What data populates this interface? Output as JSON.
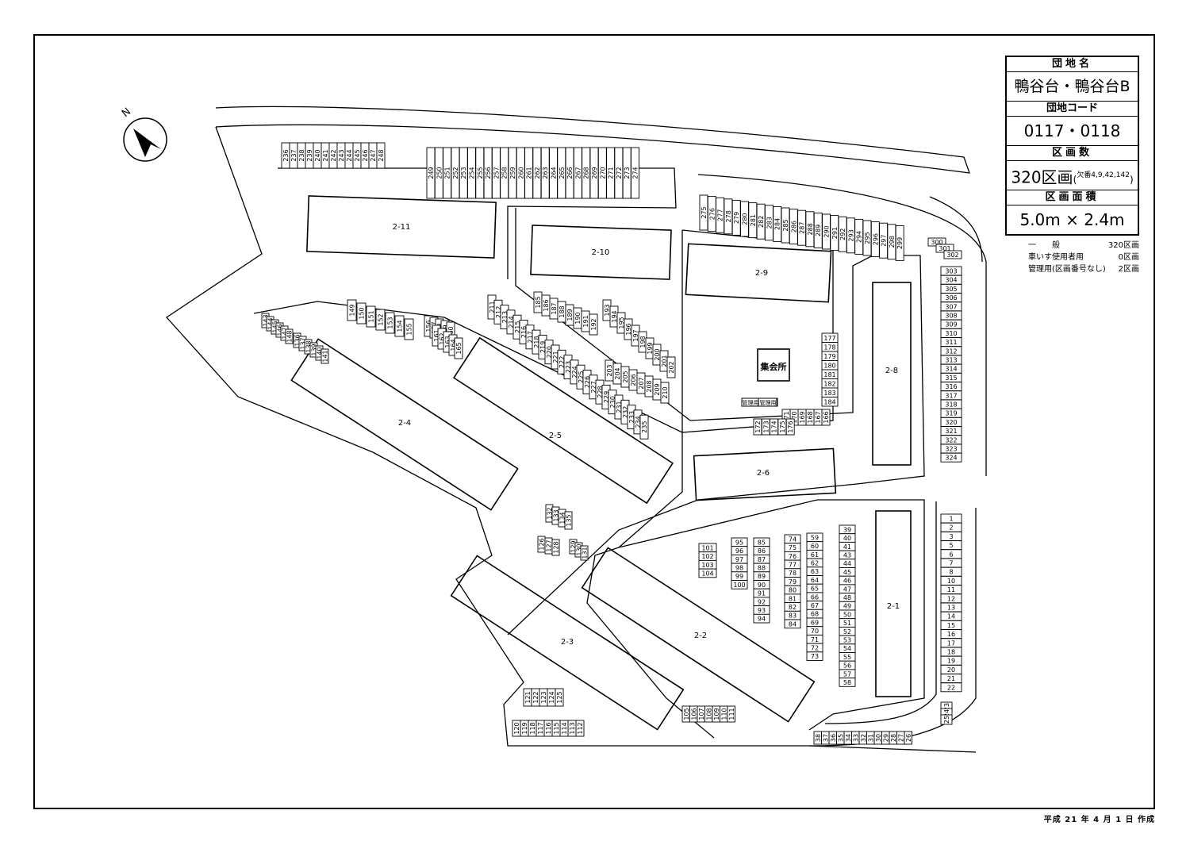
{
  "info": {
    "name_label": "団地名",
    "name_value": "鴨谷台・鴨谷台B",
    "code_label": "団地コード",
    "code_value": "0117・0118",
    "count_label": "区画数",
    "count_value": "320区画",
    "count_note_label": "欠番",
    "count_note": "4,9,42,142",
    "size_label": "区画面積",
    "size_value": "5.0m × 2.4m"
  },
  "breakdown": [
    {
      "label": "一　　般",
      "value": "320区画"
    },
    {
      "label": "車いす使用者用",
      "value": "0区画"
    },
    {
      "label": "管理用(区画番号なし)",
      "value": "2区画"
    }
  ],
  "footer": "平成 21 年 4 月 1 日 作成",
  "compass_label": "N",
  "hall_label": "集会所",
  "admin_labels": [
    "管理用",
    "管理用"
  ],
  "buildings": [
    {
      "id": "2-11"
    },
    {
      "id": "2-10"
    },
    {
      "id": "2-9"
    },
    {
      "id": "2-8"
    },
    {
      "id": "2-6"
    },
    {
      "id": "2-5"
    },
    {
      "id": "2-4"
    },
    {
      "id": "2-3"
    },
    {
      "id": "2-2"
    },
    {
      "id": "2-1"
    }
  ],
  "space_rows": [
    {
      "start": 236,
      "end": 248
    },
    {
      "start": 249,
      "end": 274
    },
    {
      "start": 275,
      "end": 299
    },
    {
      "start": 300,
      "end": 302
    },
    {
      "start": 303,
      "end": 324
    },
    {
      "start": 1,
      "end": 22
    },
    {
      "start": 23,
      "end": 25
    },
    {
      "start": 26,
      "end": 38
    },
    {
      "start": 39,
      "end": 58
    },
    {
      "start": 59,
      "end": 73
    },
    {
      "start": 74,
      "end": 84
    },
    {
      "start": 85,
      "end": 94
    },
    {
      "start": 95,
      "end": 100
    },
    {
      "start": 101,
      "end": 104
    },
    {
      "start": 105,
      "end": 111
    },
    {
      "start": 112,
      "end": 120
    },
    {
      "start": 121,
      "end": 125
    },
    {
      "start": 126,
      "end": 128
    },
    {
      "start": 129,
      "end": 131
    },
    {
      "start": 132,
      "end": 135
    },
    {
      "start": 136,
      "end": 141
    },
    {
      "start": 143,
      "end": 148
    },
    {
      "start": 149,
      "end": 155
    },
    {
      "start": 156,
      "end": 160
    },
    {
      "start": 161,
      "end": 165
    },
    {
      "start": 166,
      "end": 171
    },
    {
      "start": 172,
      "end": 176
    },
    {
      "start": 177,
      "end": 184
    },
    {
      "start": 185,
      "end": 192
    },
    {
      "start": 193,
      "end": 202
    },
    {
      "start": 203,
      "end": 210
    },
    {
      "start": 211,
      "end": 235
    }
  ]
}
